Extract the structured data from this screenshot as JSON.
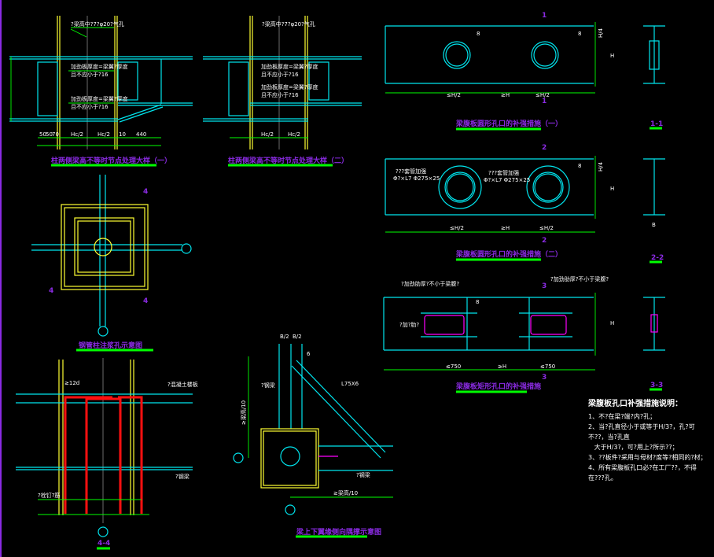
{
  "detail1": {
    "title": "柱两侧梁高不等时节点处理大样（一）",
    "top_note": "?梁高中?7?φ20?气孔",
    "web_note_a": "加劲板厚度=梁翼?厚度",
    "web_note_b": "且不应小于?16",
    "hc_left": "Hc/2",
    "hc_right": "Hc/2",
    "dims": [
      "50",
      "50",
      "70",
      "10",
      "440"
    ]
  },
  "detail2": {
    "title": "柱两侧梁高不等时节点处理大样（二）",
    "top_note": "?梁高中?7?φ20?气孔",
    "web_note_a": "加劲板厚度=梁翼?厚度",
    "web_note_b": "且不应小于?16",
    "web_note_c": "加劲板厚度=梁翼?厚度",
    "web_note_d": "且不应小于?16",
    "hc_left": "Hc/2",
    "hc_right": "Hc/2"
  },
  "plan": {
    "title": "钢管柱注浆孔示意图",
    "mark": "4"
  },
  "section44": {
    "title": "4-4",
    "dim": "≥12d",
    "note_a": "?混凝土楼板",
    "note_b": "?钢梁",
    "note_c": "?栓钉?筋"
  },
  "brace": {
    "title": "梁上下翼缘侧向隅撑示意图",
    "dim_top_a": "B/2",
    "dim_top_b": "B/2",
    "angle_label": "L75X6",
    "note_a": "?钢梁",
    "note_b": "?钢梁",
    "dim_v": "≥梁高/10",
    "dim_h": "≥梁高/10",
    "weld": "6"
  },
  "round1": {
    "title": "梁腹板圆形孔口的补强措施（一）",
    "section": "1",
    "dim_a": "≤H/2",
    "dim_b": "≥H",
    "dim_c": "≤H/2",
    "h": "H",
    "h4": "H/4",
    "section_title": "1-1",
    "weld": "8"
  },
  "round2": {
    "title": "梁腹板圆形孔口的补强措施（二）",
    "section": "2",
    "note": "???套管加强",
    "note2": "Φ?×L7  Φ275×25",
    "dim_a": "≤H/2",
    "dim_b": "≥H",
    "dim_c": "≤H/2",
    "h": "H",
    "h4": "H/4",
    "b": "B",
    "section_title": "2-2",
    "weld": "8"
  },
  "rect": {
    "title": "梁腹板矩形孔口的补强措施",
    "section": "3",
    "note_a": "?加劲肋厚?不小于梁腹?",
    "note_b": "?加?肋?",
    "dim_a": "≤750",
    "dim_b": "≥H",
    "dim_c": "≤750",
    "h": "H",
    "section_title": "3-3",
    "weld": "8"
  },
  "notes": {
    "heading": "梁腹板孔口补强措施说明：",
    "items": [
      "1、不?在梁?端?内?孔；",
      "2、当?孔直径小于或等于H/3?，孔?可不??，当?孔直",
      "   大于H/3?，可?用上?所示??；",
      "3、??板件?采用与母材?度等?相同的?材；",
      "4、所有梁腹板孔口必?在工厂??，不得在???孔。"
    ]
  }
}
